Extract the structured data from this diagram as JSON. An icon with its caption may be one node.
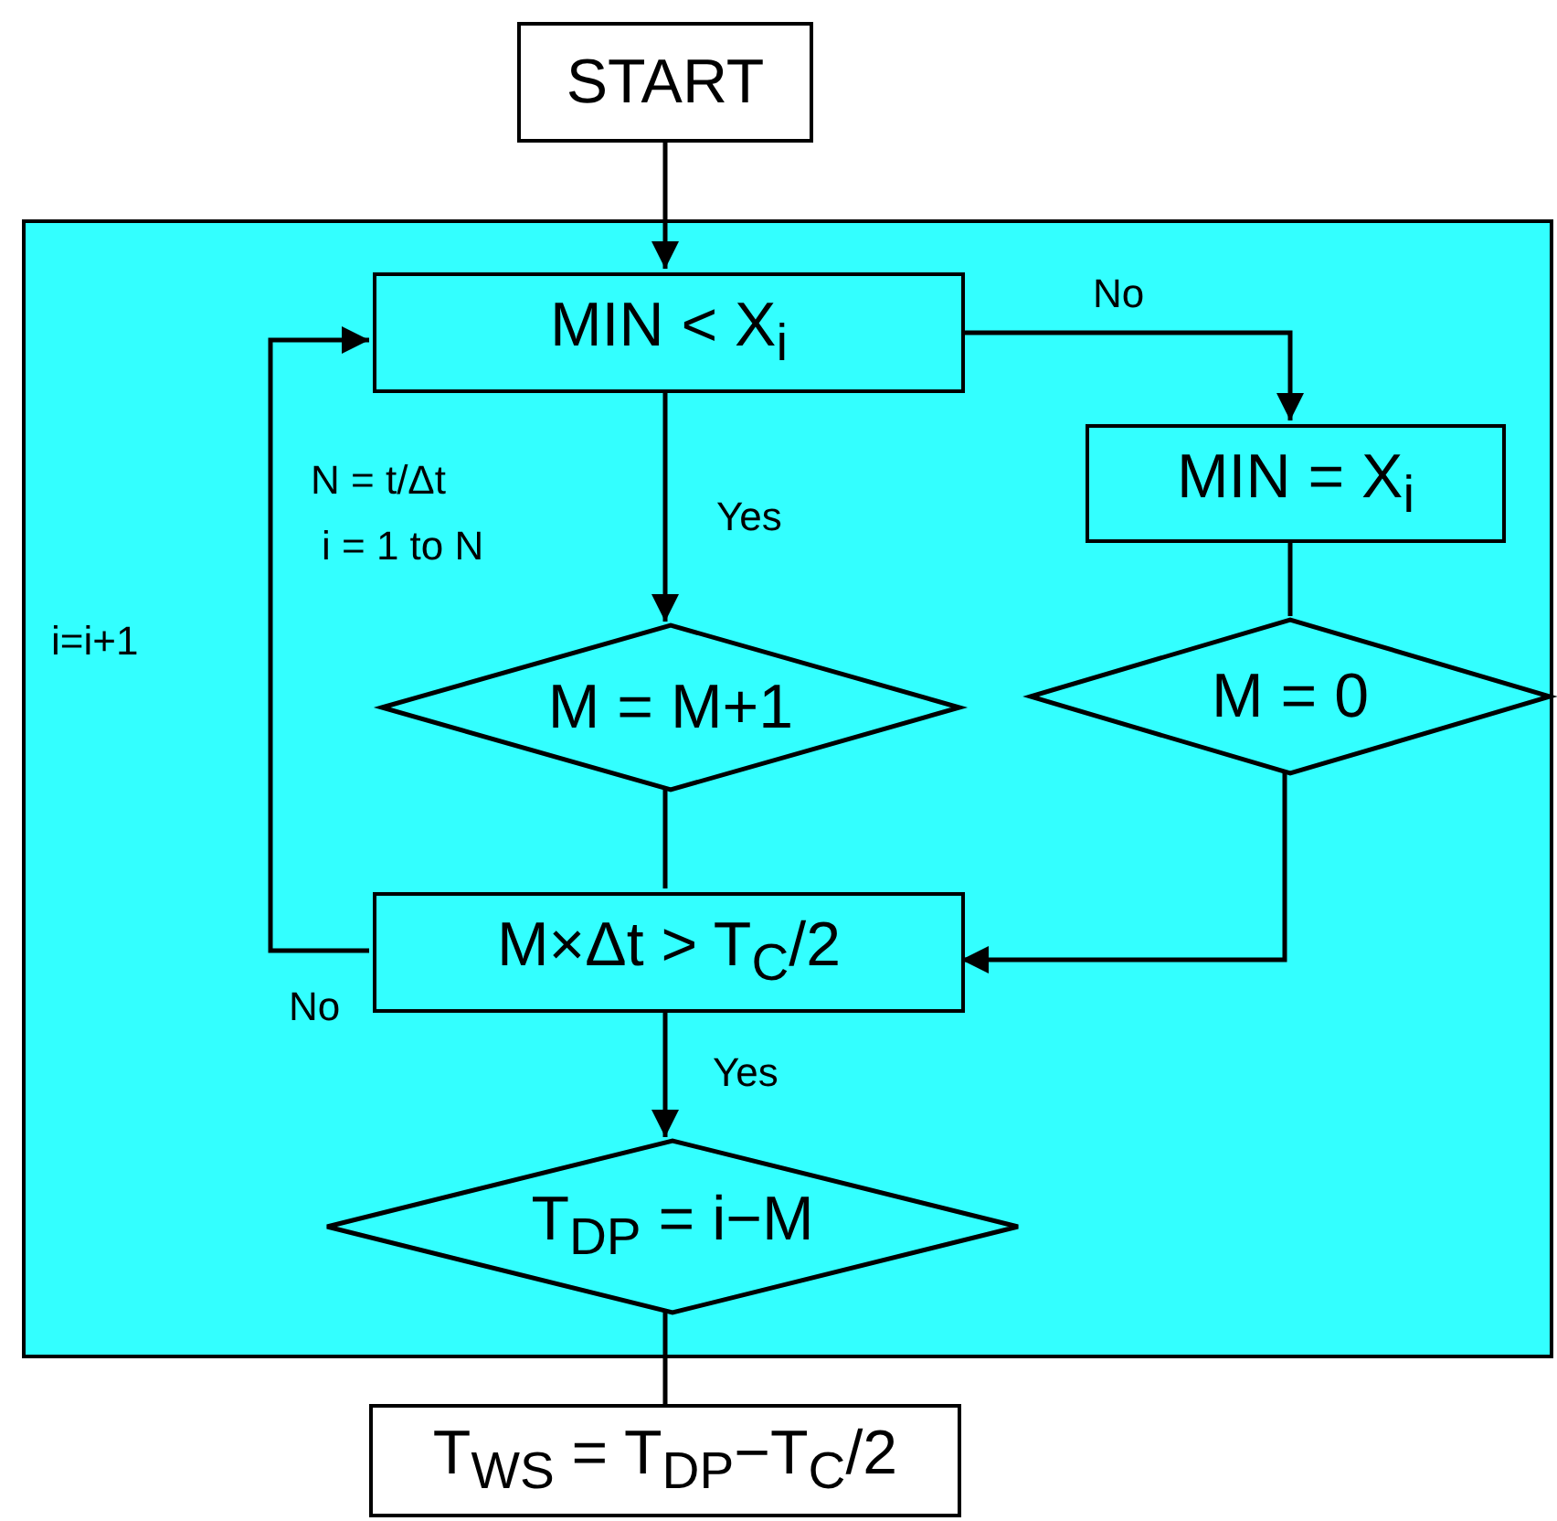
{
  "diagram": {
    "nodes": [
      {
        "text": [
          "START"
        ]
      },
      {
        "text": [],
        "shape": "box"
      },
      {
        "text": [
          "MIN < X$_{i}$"
        ],
        "in": 1
      },
      {
        "text": [
          "MIN = X$_{i}$"
        ],
        "in": 1
      },
      {
        "text": [
          "M = M+1"
        ],
        "in": 1
      },
      {
        "text": [
          "M = 0"
        ],
        "in": 1
      },
      {
        "text": [
          "M×Δt > T$_{C}$/2"
        ],
        "in": 1
      },
      {
        "text": [
          "T$_{DP}$ = i−M"
        ],
        "in": 1
      },
      {
        "text": [
          "T$_{WS}$ = T$_{DP}$−T$_{C}$/2"
        ]
      }
    ],
    "edges": [
      {
        "from": 0,
        "to": 2,
        "arrow": "to"
      },
      {
        "from": 2,
        "to": 3,
        "arrow": "to",
        "label": "No"
      },
      {
        "from": 2,
        "to": 4,
        "arrow": "to",
        "label": "Yes"
      },
      {
        "from": 3,
        "to": 5,
        "arrow": "none"
      },
      {
        "from": 4,
        "to": 6,
        "arrow": "none"
      },
      {
        "from": 5,
        "to": 6,
        "arrow": "to"
      },
      {
        "from": 6,
        "to": 2,
        "arrow": "to",
        "label": "No"
      },
      {
        "from": 6,
        "to": 7,
        "arrow": "to",
        "label": "Yes"
      },
      {
        "from": 7,
        "to": 8,
        "arrow": "none"
      }
    ],
    "labels": [
      "N = t/Δt",
      "i = 1 to N",
      "i=i+1"
    ]
  }
}
